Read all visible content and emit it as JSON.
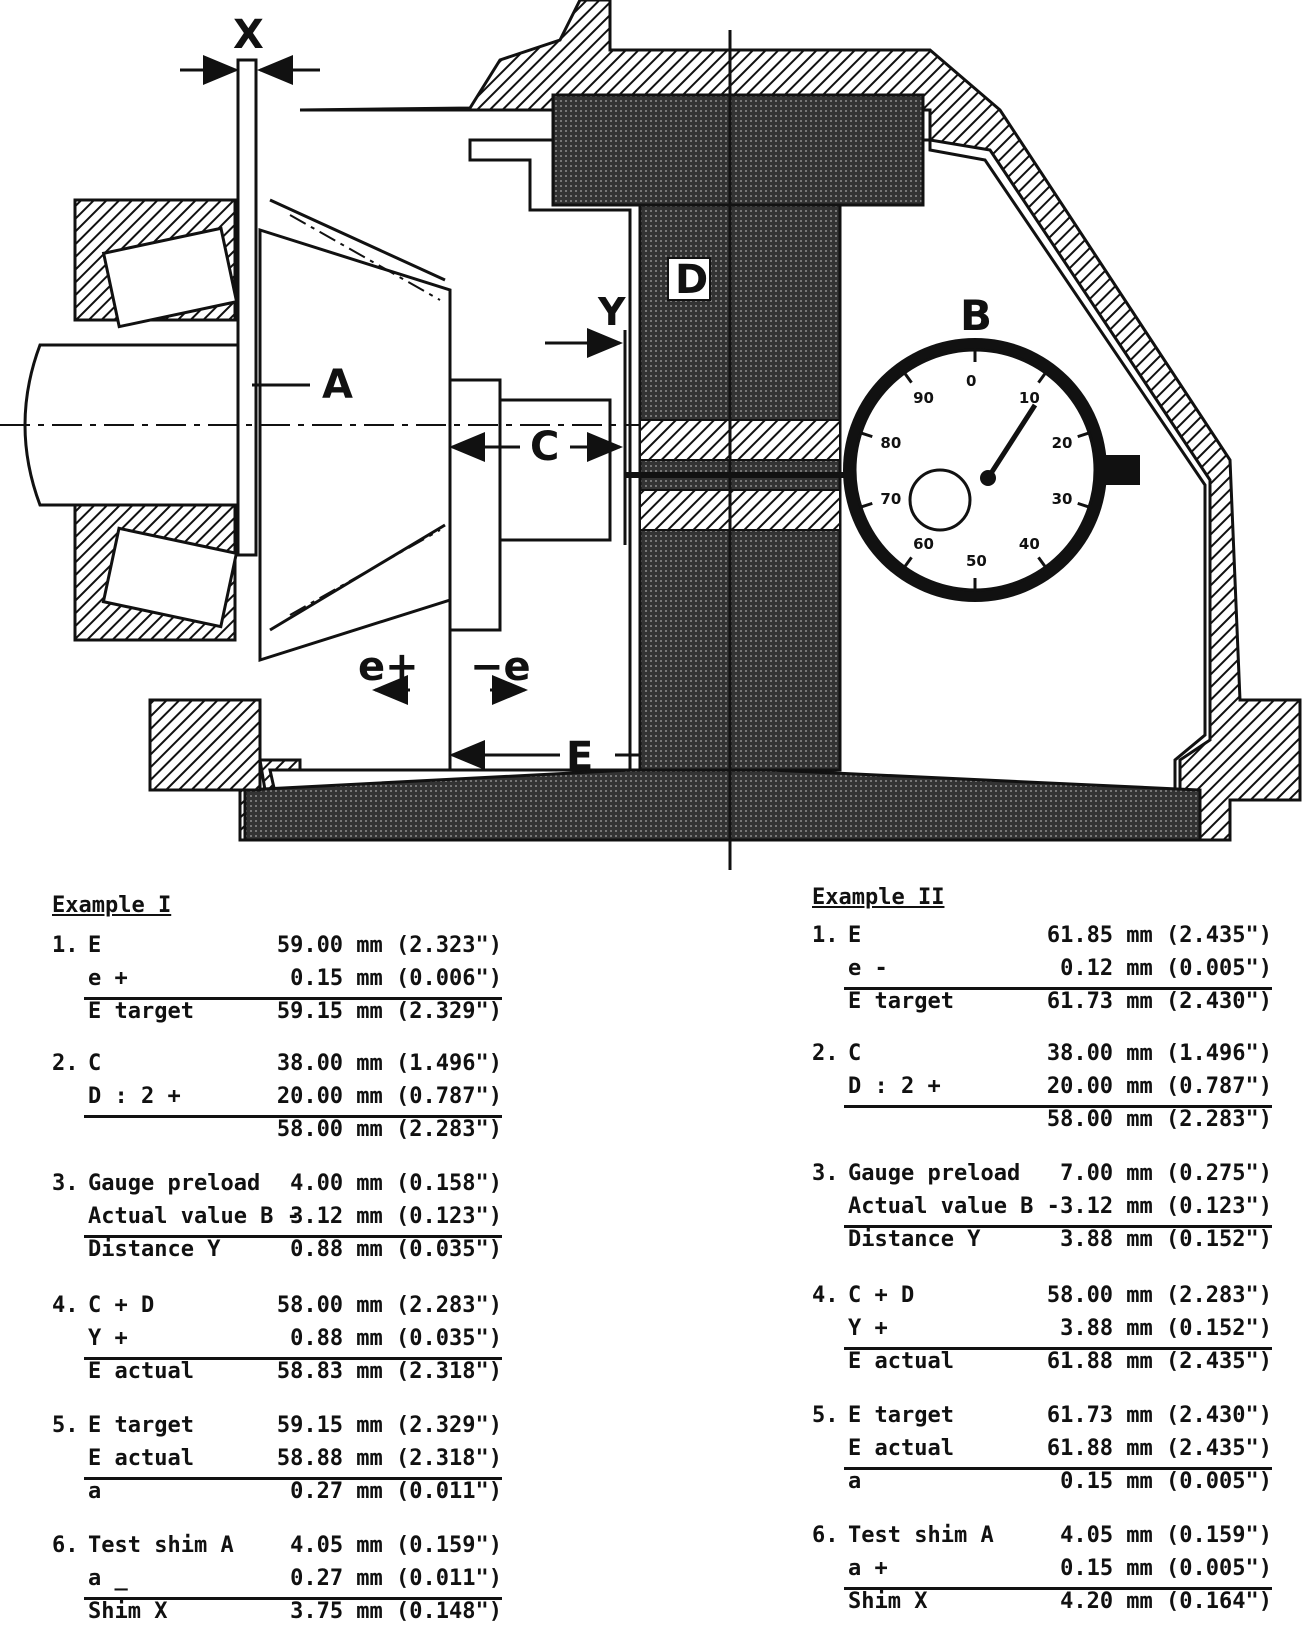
{
  "diagram": {
    "labels": {
      "x": "X",
      "a": "A",
      "b": "B",
      "c": "C",
      "d": "D",
      "e": "E",
      "y": "Y",
      "e_plus": "e+",
      "minus_e": "−e"
    },
    "dial_numbers": [
      "0",
      "10",
      "20",
      "30",
      "40",
      "50",
      "60",
      "70",
      "80",
      "90"
    ]
  },
  "example1": {
    "title": "Example  I",
    "steps": [
      {
        "num": "1.",
        "rows": [
          {
            "label": "E",
            "value": "59.00 mm (2.323\")"
          },
          {
            "label": "e +",
            "value": "0.15 mm (0.006\")"
          },
          {
            "label": "E target",
            "value": "59.15 mm (2.329\")"
          }
        ]
      },
      {
        "num": "2.",
        "rows": [
          {
            "label": "C",
            "value": "38.00 mm (1.496\")"
          },
          {
            "label": "D : 2  +",
            "value": "20.00 mm (0.787\")"
          },
          {
            "label": "",
            "value": "58.00 mm (2.283\")"
          }
        ]
      },
      {
        "num": "3.",
        "rows": [
          {
            "label": "Gauge preload",
            "value": "4.00 mm (0.158\")"
          },
          {
            "label": "Actual value B -",
            "value": "3.12 mm (0.123\")"
          },
          {
            "label": "Distance Y",
            "value": "0.88 mm (0.035\")"
          }
        ]
      },
      {
        "num": "4.",
        "rows": [
          {
            "label": "C + D",
            "value": "58.00 mm (2.283\")"
          },
          {
            "label": "Y +",
            "value": "0.88 mm (0.035\")"
          },
          {
            "label": "E actual",
            "value": "58.83 mm (2.318\")"
          }
        ]
      },
      {
        "num": "5.",
        "rows": [
          {
            "label": "E target",
            "value": "59.15 mm (2.329\")"
          },
          {
            "label": "E actual",
            "value": "58.88 mm (2.318\")"
          },
          {
            "label": "a",
            "value": "0.27 mm (0.011\")"
          }
        ]
      },
      {
        "num": "6.",
        "rows": [
          {
            "label": "Test shim A",
            "value": "4.05 mm (0.159\")"
          },
          {
            "label": "a  _",
            "value": "0.27 mm (0.011\")"
          },
          {
            "label": "Shim X",
            "value": "3.75 mm (0.148\")"
          }
        ]
      }
    ]
  },
  "example2": {
    "title": "Example II",
    "steps": [
      {
        "num": "1.",
        "rows": [
          {
            "label": "E",
            "value": "61.85 mm (2.435\")"
          },
          {
            "label": "e -",
            "value": "0.12 mm (0.005\")"
          },
          {
            "label": "E target",
            "value": "61.73 mm (2.430\")"
          }
        ]
      },
      {
        "num": "2.",
        "rows": [
          {
            "label": "C",
            "value": "38.00 mm (1.496\")"
          },
          {
            "label": "D : 2  +",
            "value": "20.00 mm (0.787\")"
          },
          {
            "label": "",
            "value": "58.00 mm (2.283\")"
          }
        ]
      },
      {
        "num": "3.",
        "rows": [
          {
            "label": "Gauge preload",
            "value": "7.00 mm (0.275\")"
          },
          {
            "label": "Actual value B -",
            "value": "3.12 mm (0.123\")"
          },
          {
            "label": "Distance Y",
            "value": "3.88 mm (0.152\")"
          }
        ]
      },
      {
        "num": "4.",
        "rows": [
          {
            "label": "C + D",
            "value": "58.00 mm (2.283\")"
          },
          {
            "label": "Y +",
            "value": "3.88 mm (0.152\")"
          },
          {
            "label": "E actual",
            "value": "61.88 mm (2.435\")"
          }
        ]
      },
      {
        "num": "5.",
        "rows": [
          {
            "label": "E target",
            "value": "61.73 mm (2.430\")"
          },
          {
            "label": "E actual",
            "value": "61.88 mm (2.435\")"
          },
          {
            "label": "a",
            "value": "0.15 mm (0.005\")"
          }
        ]
      },
      {
        "num": "6.",
        "rows": [
          {
            "label": "Test shim A",
            "value": "4.05 mm (0.159\")"
          },
          {
            "label": "a  +",
            "value": "0.15 mm (0.005\")"
          },
          {
            "label": "Shim X",
            "value": "4.20 mm (0.164\")"
          }
        ]
      }
    ]
  }
}
